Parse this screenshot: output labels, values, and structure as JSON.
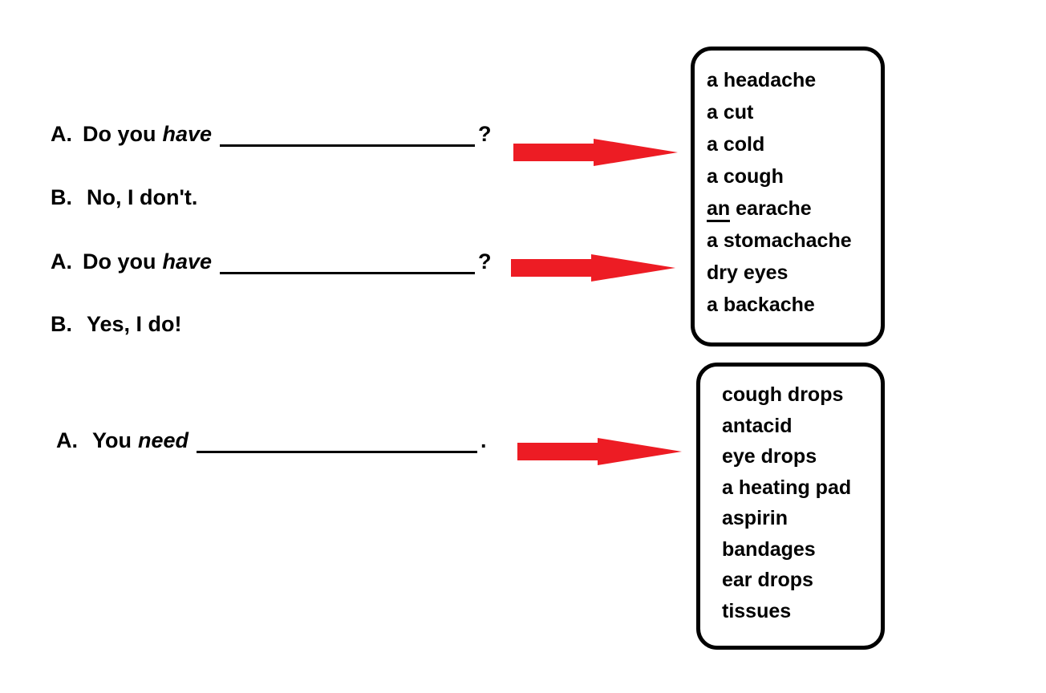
{
  "colors": {
    "arrow_red": "#ed1c24",
    "text": "#000000",
    "box_border": "#000000",
    "background": "#ffffff"
  },
  "dialogue": {
    "exchange1_a": {
      "label": "A.",
      "pre": "Do you",
      "verb": "have",
      "punct": "?"
    },
    "exchange1_b": {
      "label": "B.",
      "text": "No, I don't."
    },
    "exchange2_a": {
      "label": "A.",
      "pre": "Do you",
      "verb": "have",
      "punct": "?"
    },
    "exchange2_b": {
      "label": "B.",
      "text": "Yes, I do!"
    },
    "exchange3_a": {
      "label": "A.",
      "pre": "You",
      "verb": "need",
      "punct": "."
    }
  },
  "word_boxes": {
    "ailments": {
      "items": {
        "0": "a headache",
        "1": "a cut",
        "2": "a cold",
        "3": "a cough",
        "5": "a stomachache",
        "6": "dry eyes",
        "7": "a backache"
      },
      "item4_underlined_part": "an",
      "item4_rest": " earache"
    },
    "remedies": {
      "items": {
        "0": "cough drops",
        "1": "antacid",
        "2": "eye drops",
        "3": "a heating pad",
        "4": "aspirin",
        "5": "bandages",
        "6": "ear drops",
        "7": "tissues"
      }
    }
  }
}
